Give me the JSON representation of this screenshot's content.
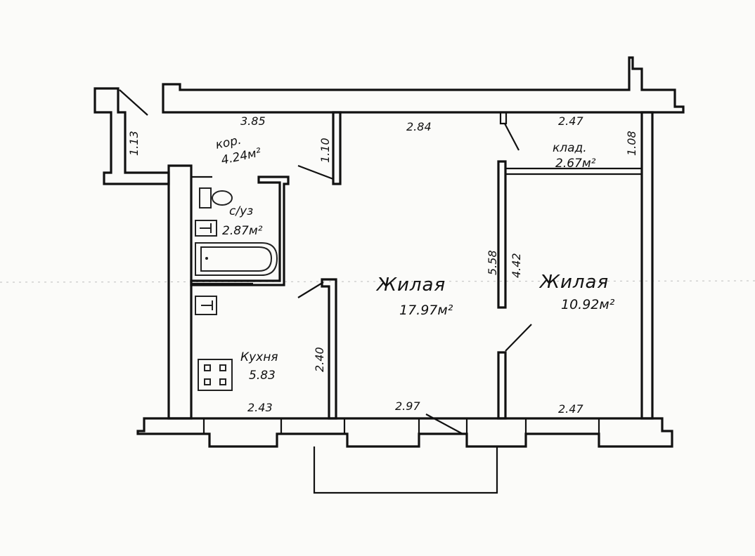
{
  "rooms": {
    "corridor": {
      "name": "кор.",
      "area": "4.24м²"
    },
    "bathroom": {
      "name": "с/уз",
      "area": "2.87м²"
    },
    "storage": {
      "name": "клад.",
      "area": "2.67м²"
    },
    "living_left": {
      "name": "Жилая",
      "area": "17.97м²"
    },
    "living_right": {
      "name": "Жилая",
      "area": "10.92м²"
    },
    "kitchen": {
      "name": "Кухня",
      "area": "5.83"
    }
  },
  "dimensions": {
    "top_corridor": "3.85",
    "top_middle": "2.84",
    "top_right": "2.47",
    "left_entry": "1.13",
    "corridor_depth": "1.10",
    "storage_depth": "1.08",
    "room_depth_outer": "5.58",
    "room_depth_inner": "4.42",
    "kitchen_depth": "2.40",
    "kitchen_width": "2.43",
    "bottom_middle": "2.97",
    "bottom_right": "2.47"
  }
}
